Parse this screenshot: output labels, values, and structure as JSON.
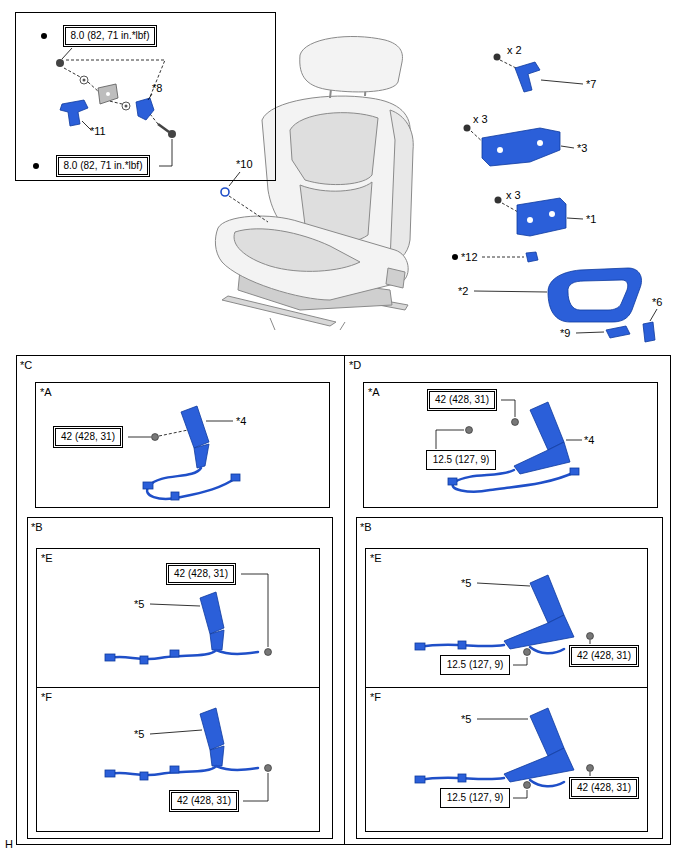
{
  "diagram": {
    "nodes": [
      {
        "text": [
          "*8",
          "*11"
        ]
      },
      {
        "text": [
          "8.0 (82, 71 in.*lbf)"
        ],
        "in": 0
      },
      {
        "text": [
          "8.0 (82, 71 in.*lbf)"
        ],
        "in": 0
      },
      {
        "text": [
          "*C"
        ]
      },
      {
        "text": [
          "*A",
          "*4"
        ],
        "in": 3
      },
      {
        "text": [
          "42 (428, 31)"
        ],
        "in": 4
      },
      {
        "text": [
          "*B"
        ],
        "in": 3
      },
      {
        "text": [
          "*E",
          "*5"
        ],
        "in": 6
      },
      {
        "text": [
          "42 (428, 31)"
        ],
        "in": 7
      },
      {
        "text": [
          "*F",
          "*5"
        ],
        "in": 6
      },
      {
        "text": [
          "42 (428, 31)"
        ],
        "in": 9
      },
      {
        "text": [
          "*D"
        ]
      },
      {
        "text": [
          "*A",
          "*4"
        ],
        "in": 11
      },
      {
        "text": [
          "42 (428, 31)"
        ],
        "in": 12
      },
      {
        "text": [
          "12.5 (127, 9)"
        ],
        "in": 12
      },
      {
        "text": [
          "*B"
        ],
        "in": 11
      },
      {
        "text": [
          "*E",
          "*5"
        ],
        "in": 15
      },
      {
        "text": [
          "42 (428, 31)"
        ],
        "in": 16
      },
      {
        "text": [
          "12.5 (127, 9)"
        ],
        "in": 16
      },
      {
        "text": [
          "*F",
          "*5"
        ],
        "in": 15
      },
      {
        "text": [
          "12.5 (127, 9)"
        ],
        "in": 19
      },
      {
        "text": [
          "42 (428, 31)"
        ],
        "in": 19
      }
    ],
    "labels": [
      "x 2",
      "*7",
      "x 3",
      "*3",
      "*10",
      "x 3",
      "*1",
      "*12",
      "*2",
      "*6",
      "*9",
      "H"
    ]
  }
}
